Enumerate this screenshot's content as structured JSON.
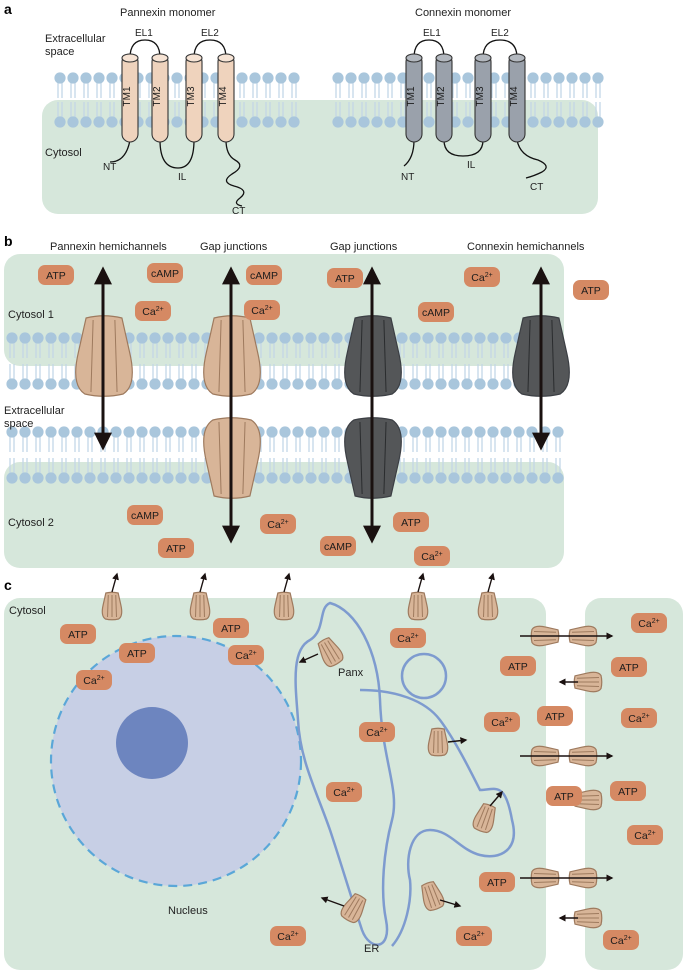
{
  "panel_a": {
    "letter": "a",
    "pannexin_title": "Pannexin monomer",
    "connexin_title": "Connexin monomer",
    "extracellular_line1": "Extracellular",
    "extracellular_line2": "space",
    "cytosol": "Cytosol",
    "tm": [
      "TM1",
      "TM2",
      "TM3",
      "TM4"
    ],
    "el1": "EL1",
    "el2": "EL2",
    "nt": "NT",
    "il": "IL",
    "ct": "CT"
  },
  "panel_b": {
    "letter": "b",
    "pannexin_hemichannels": "Pannexin hemichannels",
    "gap_junctions": "Gap junctions",
    "connexin_hemichannels": "Connexin hemichannels",
    "cytosol1": "Cytosol 1",
    "cytosol2": "Cytosol 2",
    "extracellular_line1": "Extracellular",
    "extracellular_line2": "space",
    "atp": "ATP",
    "camp": "cAMP",
    "ca": "Ca",
    "ca_sup": "2+"
  },
  "panel_c": {
    "letter": "c",
    "cytosol": "Cytosol",
    "nucleus": "Nucleus",
    "er": "ER",
    "panx": "Panx",
    "atp": "ATP",
    "ca": "Ca",
    "ca_sup": "2+"
  },
  "colors": {
    "cytosol_fill": "#d6e7db",
    "membrane_head": "#a9c6dc",
    "membrane_tail": "#c4d7e7",
    "pannexin": "#d8b598",
    "pannexin_stroke": "#9e7a5e",
    "connexin": "#9aa1ab",
    "connexin_stroke": "#3c3f44",
    "connexin_channel": "#545658",
    "molecule_bg": "#d58963",
    "nucleus": "#c7cfe5",
    "nucleolus": "#6d85bf",
    "er": "#7e9bcf"
  }
}
